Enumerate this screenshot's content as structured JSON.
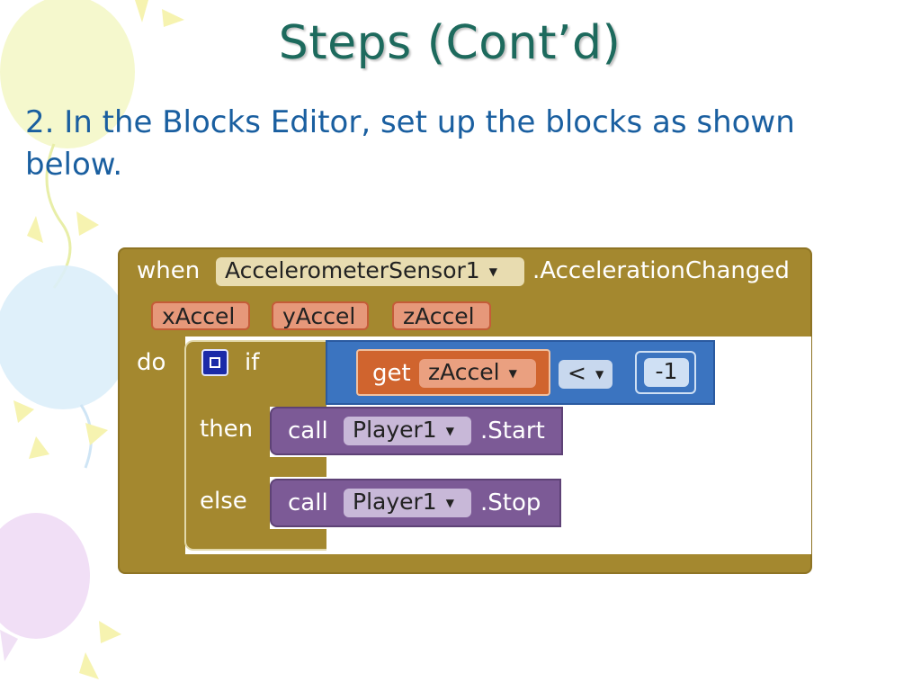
{
  "slide": {
    "title": "Steps (Cont’d)",
    "body": "2. In the Blocks Editor, set up the blocks as shown below."
  },
  "blocks": {
    "event": {
      "when_label": "when",
      "component": "AccelerometerSensor1",
      "event_name": ".AccelerationChanged",
      "params": [
        "xAccel",
        "yAccel",
        "zAccel"
      ],
      "do_label": "do"
    },
    "if_block": {
      "if_label": "if",
      "then_label": "then",
      "else_label": "else"
    },
    "condition": {
      "get_label": "get",
      "variable": "zAccel",
      "operator": "<",
      "number": "-1"
    },
    "then_call": {
      "call_label": "call",
      "component": "Player1",
      "method": ".Start"
    },
    "else_call": {
      "call_label": "call",
      "component": "Player1",
      "method": ".Stop"
    }
  },
  "colors": {
    "title": "#1d6a5d",
    "body_text": "#1a5fa0",
    "event_block": "#a4882f",
    "logic_block": "#3b74c0",
    "variable_block": "#d0642e",
    "procedure_block": "#7c5a96"
  },
  "icons": {
    "dropdown": "triangle-down-icon",
    "mutator": "gear-mutator-icon"
  }
}
